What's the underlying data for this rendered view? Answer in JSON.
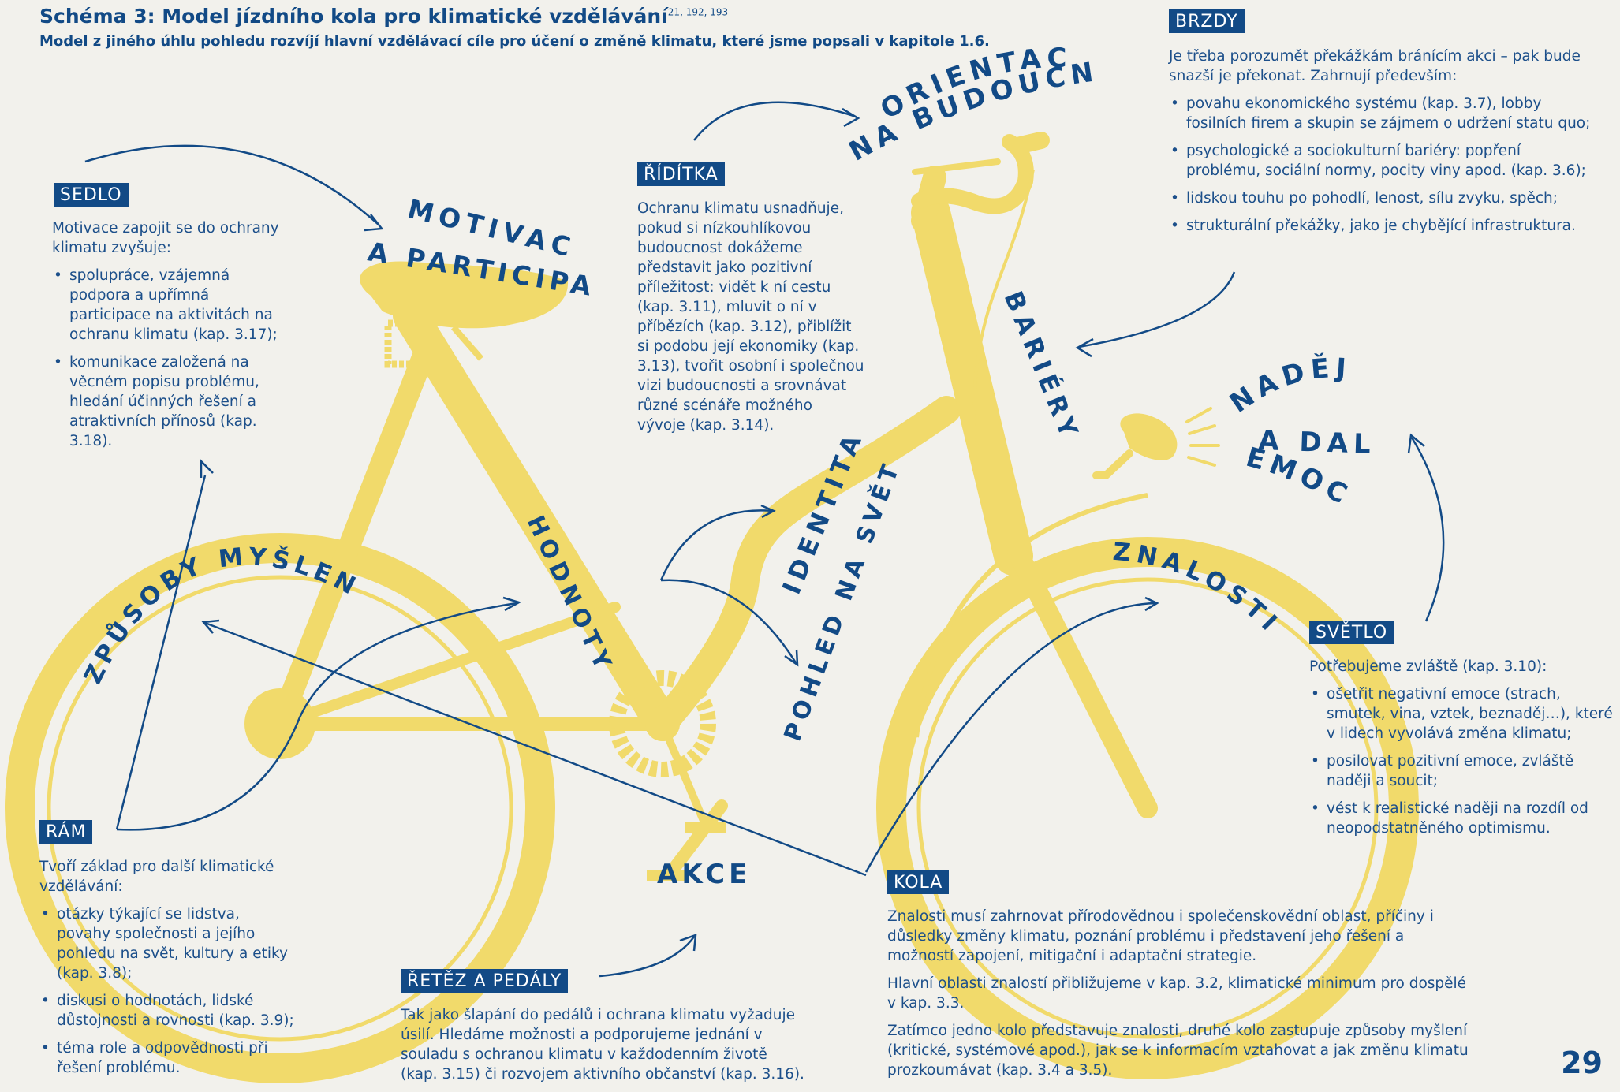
{
  "title": "Schéma 3: Model jízdního kola pro klimatické vzdělávání",
  "title_refs": "21, 192, 193",
  "subtitle": "Model z jiného úhlu pohledu rozvíjí hlavní vzdělávací cíle pro účení o změně klimatu, které jsme popsali v kapitole 1.6.",
  "colors": {
    "bike": "#f1da6b",
    "dark_blue": "#124a86",
    "background": "#f2f1ec"
  },
  "labels": {
    "orientace": "ORIENTACE",
    "budoucnost": "NA BUDOUCNOST",
    "motivace": "MOTIVACE",
    "participace": "A PARTICIPACE",
    "bariery": "BARIÉRY",
    "nadeje": "NADĚJE",
    "a_dalsi": "A DALŠÍ",
    "emoce": "EMOCE",
    "identita": "IDENTITA",
    "hodnoty": "HODNOTY",
    "pohled": "POHLED NA SVĚT",
    "zpusoby": "ZPŮSOBY MYŠLENÍ",
    "znalosti": "ZNALOSTI",
    "akce": "AKCE"
  },
  "sections": {
    "sedlo": {
      "tag": "SEDLO",
      "intro": "Motivace zapojit se do ochrany klimatu zvyšuje:",
      "items": [
        "spolupráce, vzájemná podpora a upřímná participace na aktivitách na ochranu klimatu (kap. 3.17);",
        "komunikace založená na věcném popisu problému, hledání účinných řešení a atraktivních přínosů (kap. 3.18)."
      ]
    },
    "riditka": {
      "tag": "ŘÍDÍTKA",
      "text": "Ochranu klimatu usnadňuje, pokud si nízkouhlíkovou budoucnost dokážeme představit jako pozitivní příležitost: vidět k ní cestu (kap. 3.11), mluvit o ní v příbězích (kap. 3.12), přiblížit si podobu její ekonomiky (kap. 3.13), tvořit osobní i společnou vizi budoucnosti a srovnávat různé scénáře možného vývoje (kap. 3.14)."
    },
    "brzdy": {
      "tag": "BRZDY",
      "intro": "Je třeba porozumět překážkám bránícím akci – pak bude snazší je překonat. Zahrnují především:",
      "items": [
        "povahu ekonomického systému (kap. 3.7), lobby fosilních firem a skupin se zájmem o udržení statu quo;",
        "psychologické a sociokulturní bariéry: popření problému, sociální normy, pocity viny apod. (kap. 3.6);",
        "lidskou touhu po pohodlí, lenost, sílu zvyku, spěch;",
        "strukturální překážky, jako je chybějící infrastruktura."
      ]
    },
    "svetlo": {
      "tag": "SVĚTLO",
      "intro": "Potřebujeme zvláště (kap. 3.10):",
      "items": [
        "ošetřit negativní emoce (strach, smutek, vina, vztek, beznaděj…), které v lidech vyvolává změna klimatu;",
        "posilovat pozitivní emoce, zvláště naději a soucit;",
        "vést k realistické naději na rozdíl od neopodstatněného optimismu."
      ]
    },
    "ram": {
      "tag": "RÁM",
      "intro": "Tvoří základ pro další klimatické vzdělávání:",
      "items": [
        "otázky týkající se lidstva, povahy společnosti a jejího pohledu na svět, kultury a etiky (kap. 3.8);",
        "diskusi o hodnotách, lidské důstojnosti a rovnosti (kap. 3.9);",
        "téma role a odpovědnosti při řešení problému."
      ]
    },
    "retez": {
      "tag": "ŘETĚZ A PEDÁLY",
      "text": "Tak jako šlapání do pedálů i ochrana klimatu vyžaduje úsilí. Hledáme možnosti a podporujeme jednání v souladu s ochranou klimatu v každodenním životě (kap. 3.15) či rozvojem aktivního občanství (kap. 3.16)."
    },
    "kola": {
      "tag": "KOLA",
      "paragraphs": [
        "Znalosti musí zahrnovat přírodovědnou i společenskovědní oblast, příčiny i důsledky změny klimatu, poznání problému i představení jeho řešení a možností zapojení, mitigační i adaptační strategie.",
        "Hlavní oblasti znalostí přibližujeme v kap. 3.2, klimatické minimum pro dospělé v kap. 3.3.",
        "Zatímco jedno kolo představuje znalosti, druhé kolo zastupuje způsoby myšlení (kritické, systémové apod.), jak se k informacím vztahovat a jak změnu klimatu prozkoumávat (kap. 3.4 a 3.5)."
      ]
    }
  },
  "page_number": "29"
}
